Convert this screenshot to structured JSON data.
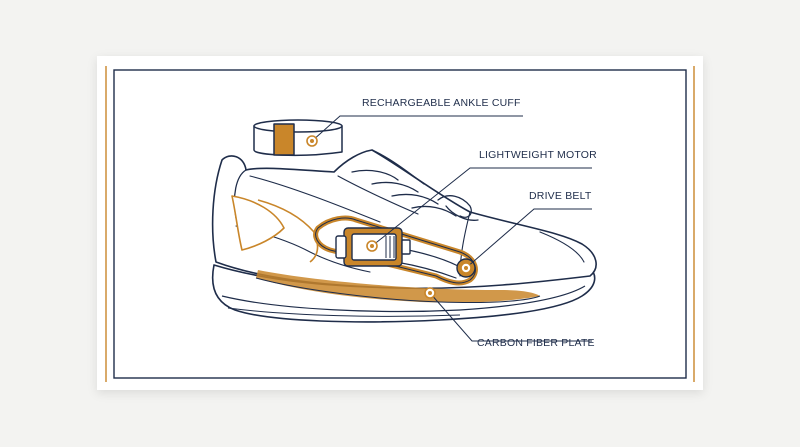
{
  "colors": {
    "ink": "#1f2d4a",
    "accent": "#c9862a",
    "background": "#ffffff",
    "page": "#f3f3f1"
  },
  "labels": {
    "ankle_cuff": "RECHARGEABLE ANKLE CUFF",
    "motor": "LIGHTWEIGHT MOTOR",
    "drive_belt": "DRIVE BELT",
    "carbon_plate": "CARBON FIBER PLATE"
  },
  "icons": [
    "callout-dot-icon"
  ]
}
